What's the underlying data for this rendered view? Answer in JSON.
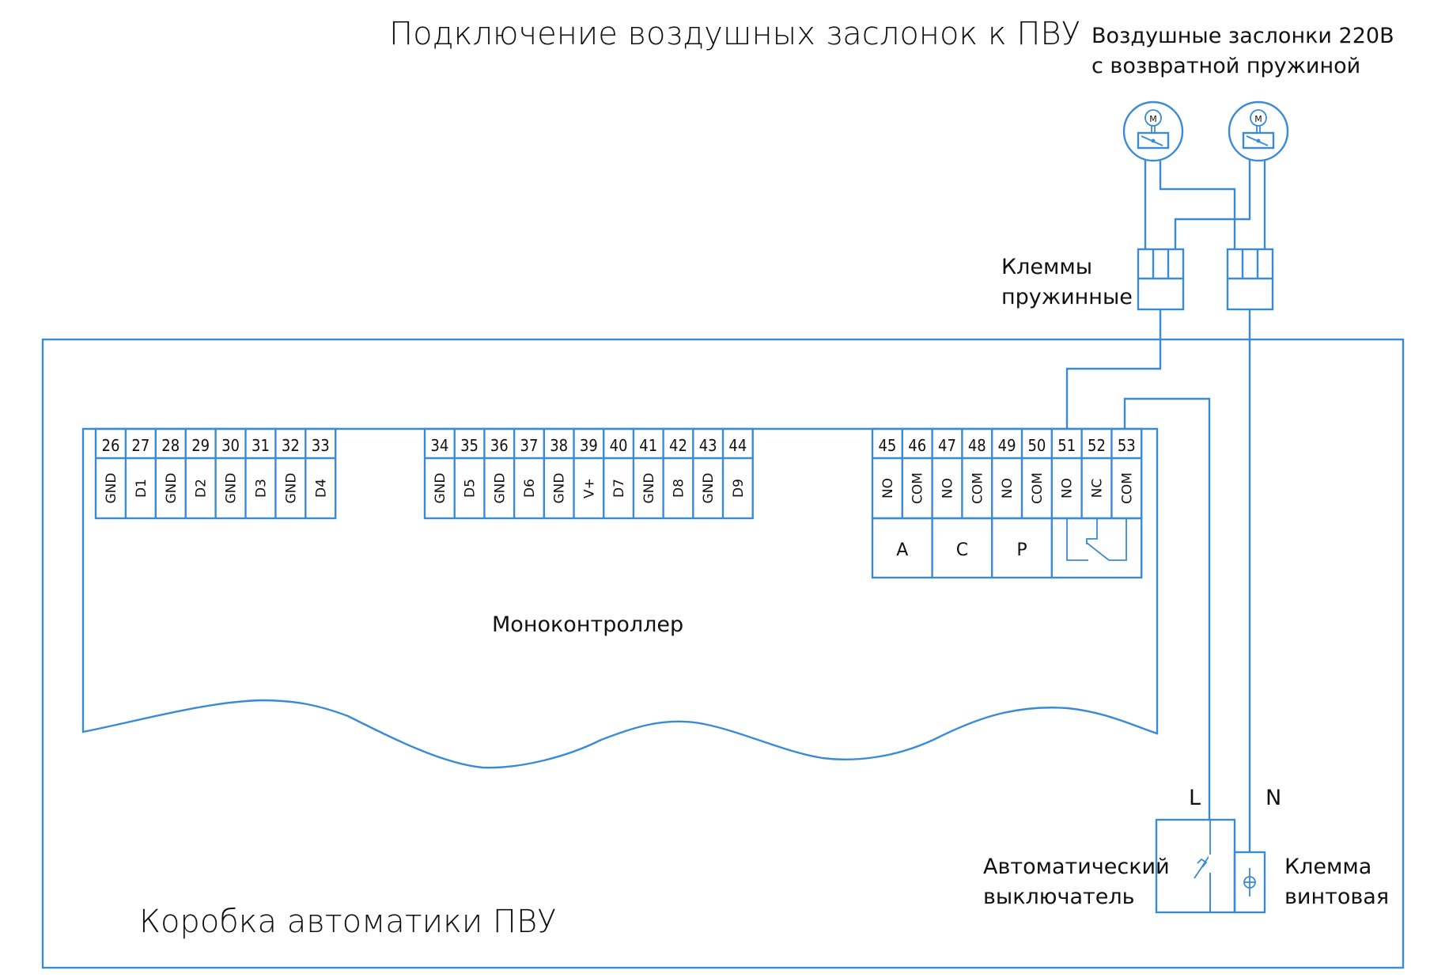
{
  "title": "Подключение воздушных заслонок к ПВУ",
  "dampers_label": [
    "Воздушные заслонки 220В",
    "с возвратной пружиной"
  ],
  "damper_motor_glyph": "M",
  "spring_terminals_label": [
    "Клеммы",
    "пружинные"
  ],
  "controller_label": "Моноконтроллер",
  "box_label": "Коробка автоматики ПВУ",
  "breaker_label": [
    "Автоматический",
    "выключатель"
  ],
  "screw_terminal_label": [
    "Клемма",
    "винтовая"
  ],
  "phase_label": "L",
  "neutral_label": "N",
  "terminal_blocks": [
    {
      "numbers": [
        "26",
        "27",
        "28",
        "29",
        "30",
        "31",
        "32",
        "33"
      ],
      "signals": [
        "GND",
        "D1",
        "GND",
        "D2",
        "GND",
        "D3",
        "GND",
        "D4"
      ]
    },
    {
      "numbers": [
        "34",
        "35",
        "36",
        "37",
        "38",
        "39",
        "40",
        "41",
        "42",
        "43",
        "44"
      ],
      "signals": [
        "GND",
        "D5",
        "GND",
        "D6",
        "GND",
        "V+",
        "D7",
        "GND",
        "D8",
        "GND",
        "D9"
      ]
    },
    {
      "numbers": [
        "45",
        "46",
        "47",
        "48",
        "49",
        "50",
        "51",
        "52",
        "53"
      ],
      "signals": [
        "NO",
        "COM",
        "NO",
        "COM",
        "NO",
        "COM",
        "NO",
        "NC",
        "COM"
      ],
      "relay_groups": [
        "A",
        "C",
        "P",
        ""
      ]
    }
  ],
  "colors": {
    "wire": "#3a8bd6",
    "text": "#111111"
  }
}
